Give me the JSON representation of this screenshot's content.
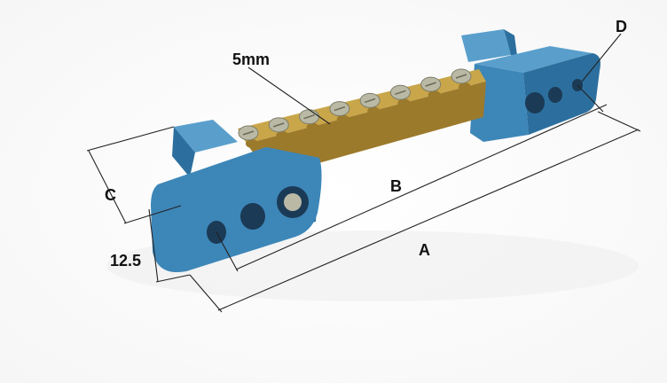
{
  "diagram": {
    "labels": {
      "a": "A",
      "b": "B",
      "c": "C",
      "d": "D",
      "screw": "5mm",
      "height": "12.5"
    },
    "colors": {
      "block": "#3d86b8",
      "block_dark": "#2c6f9e",
      "block_light": "#5a9fcc",
      "brass": "#c9a64a",
      "brass_dark": "#9c7a2c",
      "screw": "#b9b9a6",
      "hole": "#1b3a55",
      "line": "#222222"
    },
    "screw_count": 8
  }
}
